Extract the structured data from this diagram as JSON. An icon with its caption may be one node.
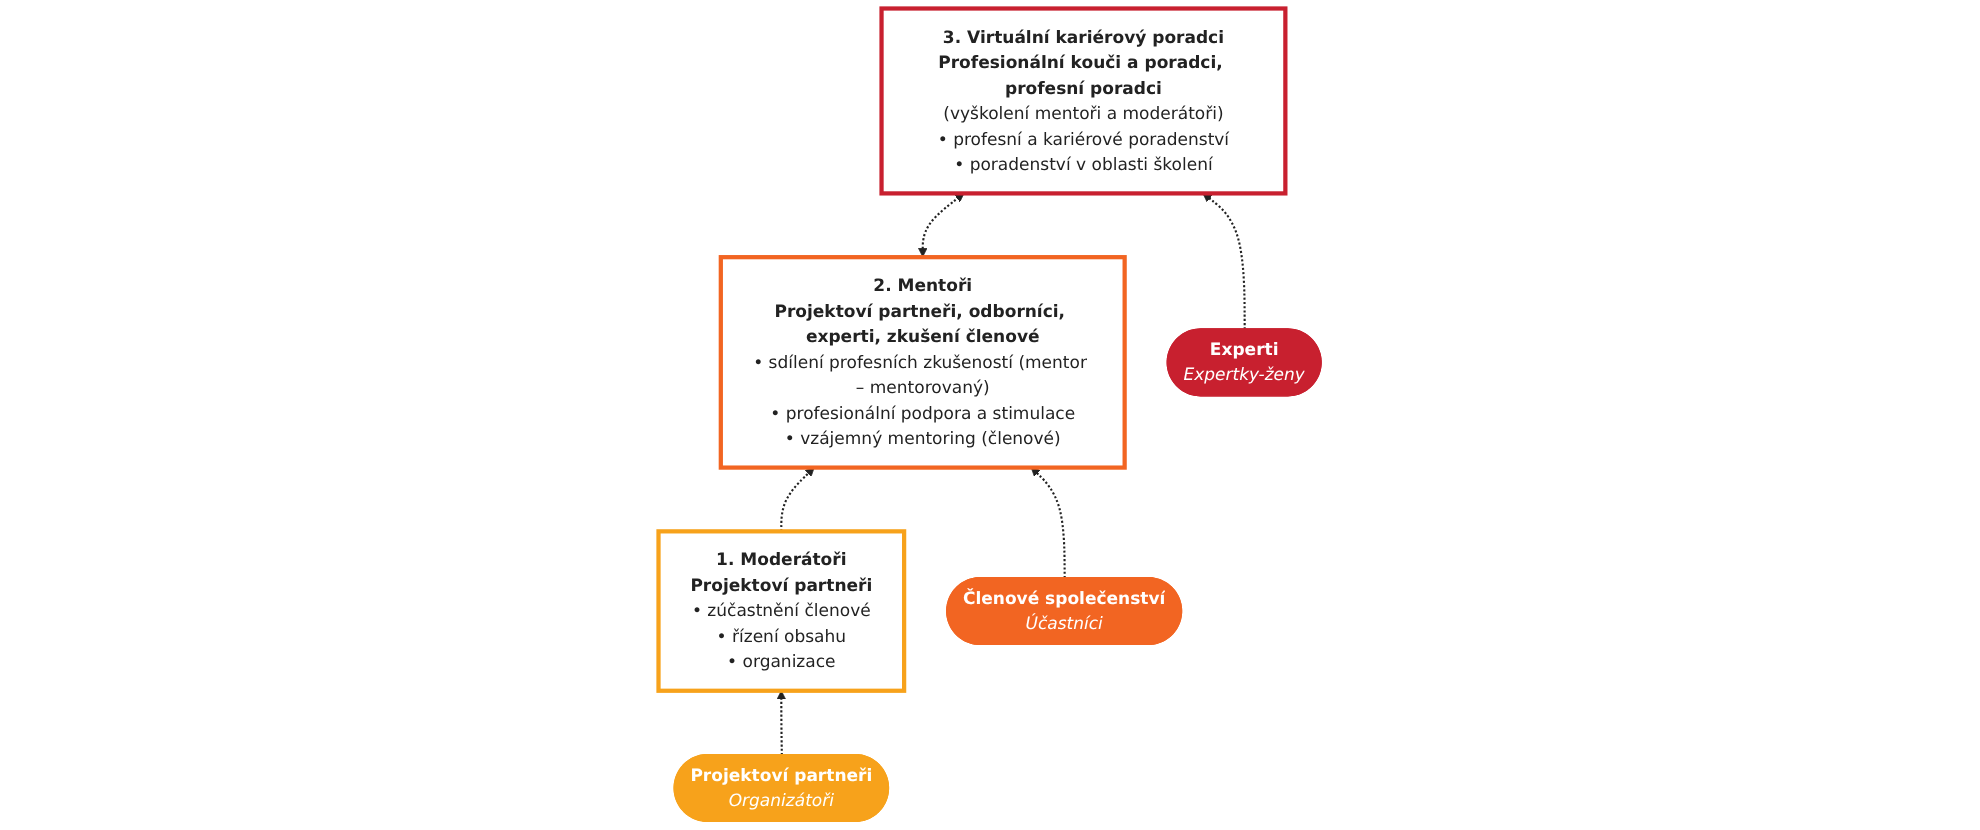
{
  "diagram": {
    "nodes": [
      {
        "text": [
          "1. Moderátoři",
          "Projektoví partneři",
          "• zúčastnění členové",
          "• řízení obsahu",
          "• organizace"
        ]
      },
      {
        "text": [
          "2. Mentoři",
          "Projektoví partneři, odborníci, experti, zkušení členové",
          "• sdílení profesních zkušeností (mentor – mentorovaný)",
          "• profesionální podpora a stimulace",
          "• vzájemný mentoring (členové)"
        ]
      },
      {
        "text": [
          "3. Virtuální kariérový poradci",
          "Profesionální kouči a poradci, profesní poradci",
          "(vyškolení mentoři a moderátoři)",
          "• profesní a kariérové poradenství",
          "• poradenství v oblasti školení"
        ]
      },
      {
        "text": [
          "Projektoví partneři",
          "Organizátoři"
        ]
      },
      {
        "text": [
          "Členové společenství",
          "Účastníci"
        ]
      },
      {
        "text": [
          "Experti",
          "Expertky-ženy"
        ]
      }
    ],
    "edges": [
      {
        "from": 3,
        "to": 0,
        "arrow": "to",
        "style": "dashed"
      },
      {
        "from": 0,
        "to": 1,
        "arrow": "to",
        "style": "dashed"
      },
      {
        "from": 4,
        "to": 1,
        "arrow": "to",
        "style": "dashed"
      },
      {
        "from": 1,
        "to": 2,
        "arrow": "both",
        "style": "dashed"
      },
      {
        "from": 5,
        "to": 2,
        "arrow": "to",
        "style": "dashed"
      }
    ]
  }
}
